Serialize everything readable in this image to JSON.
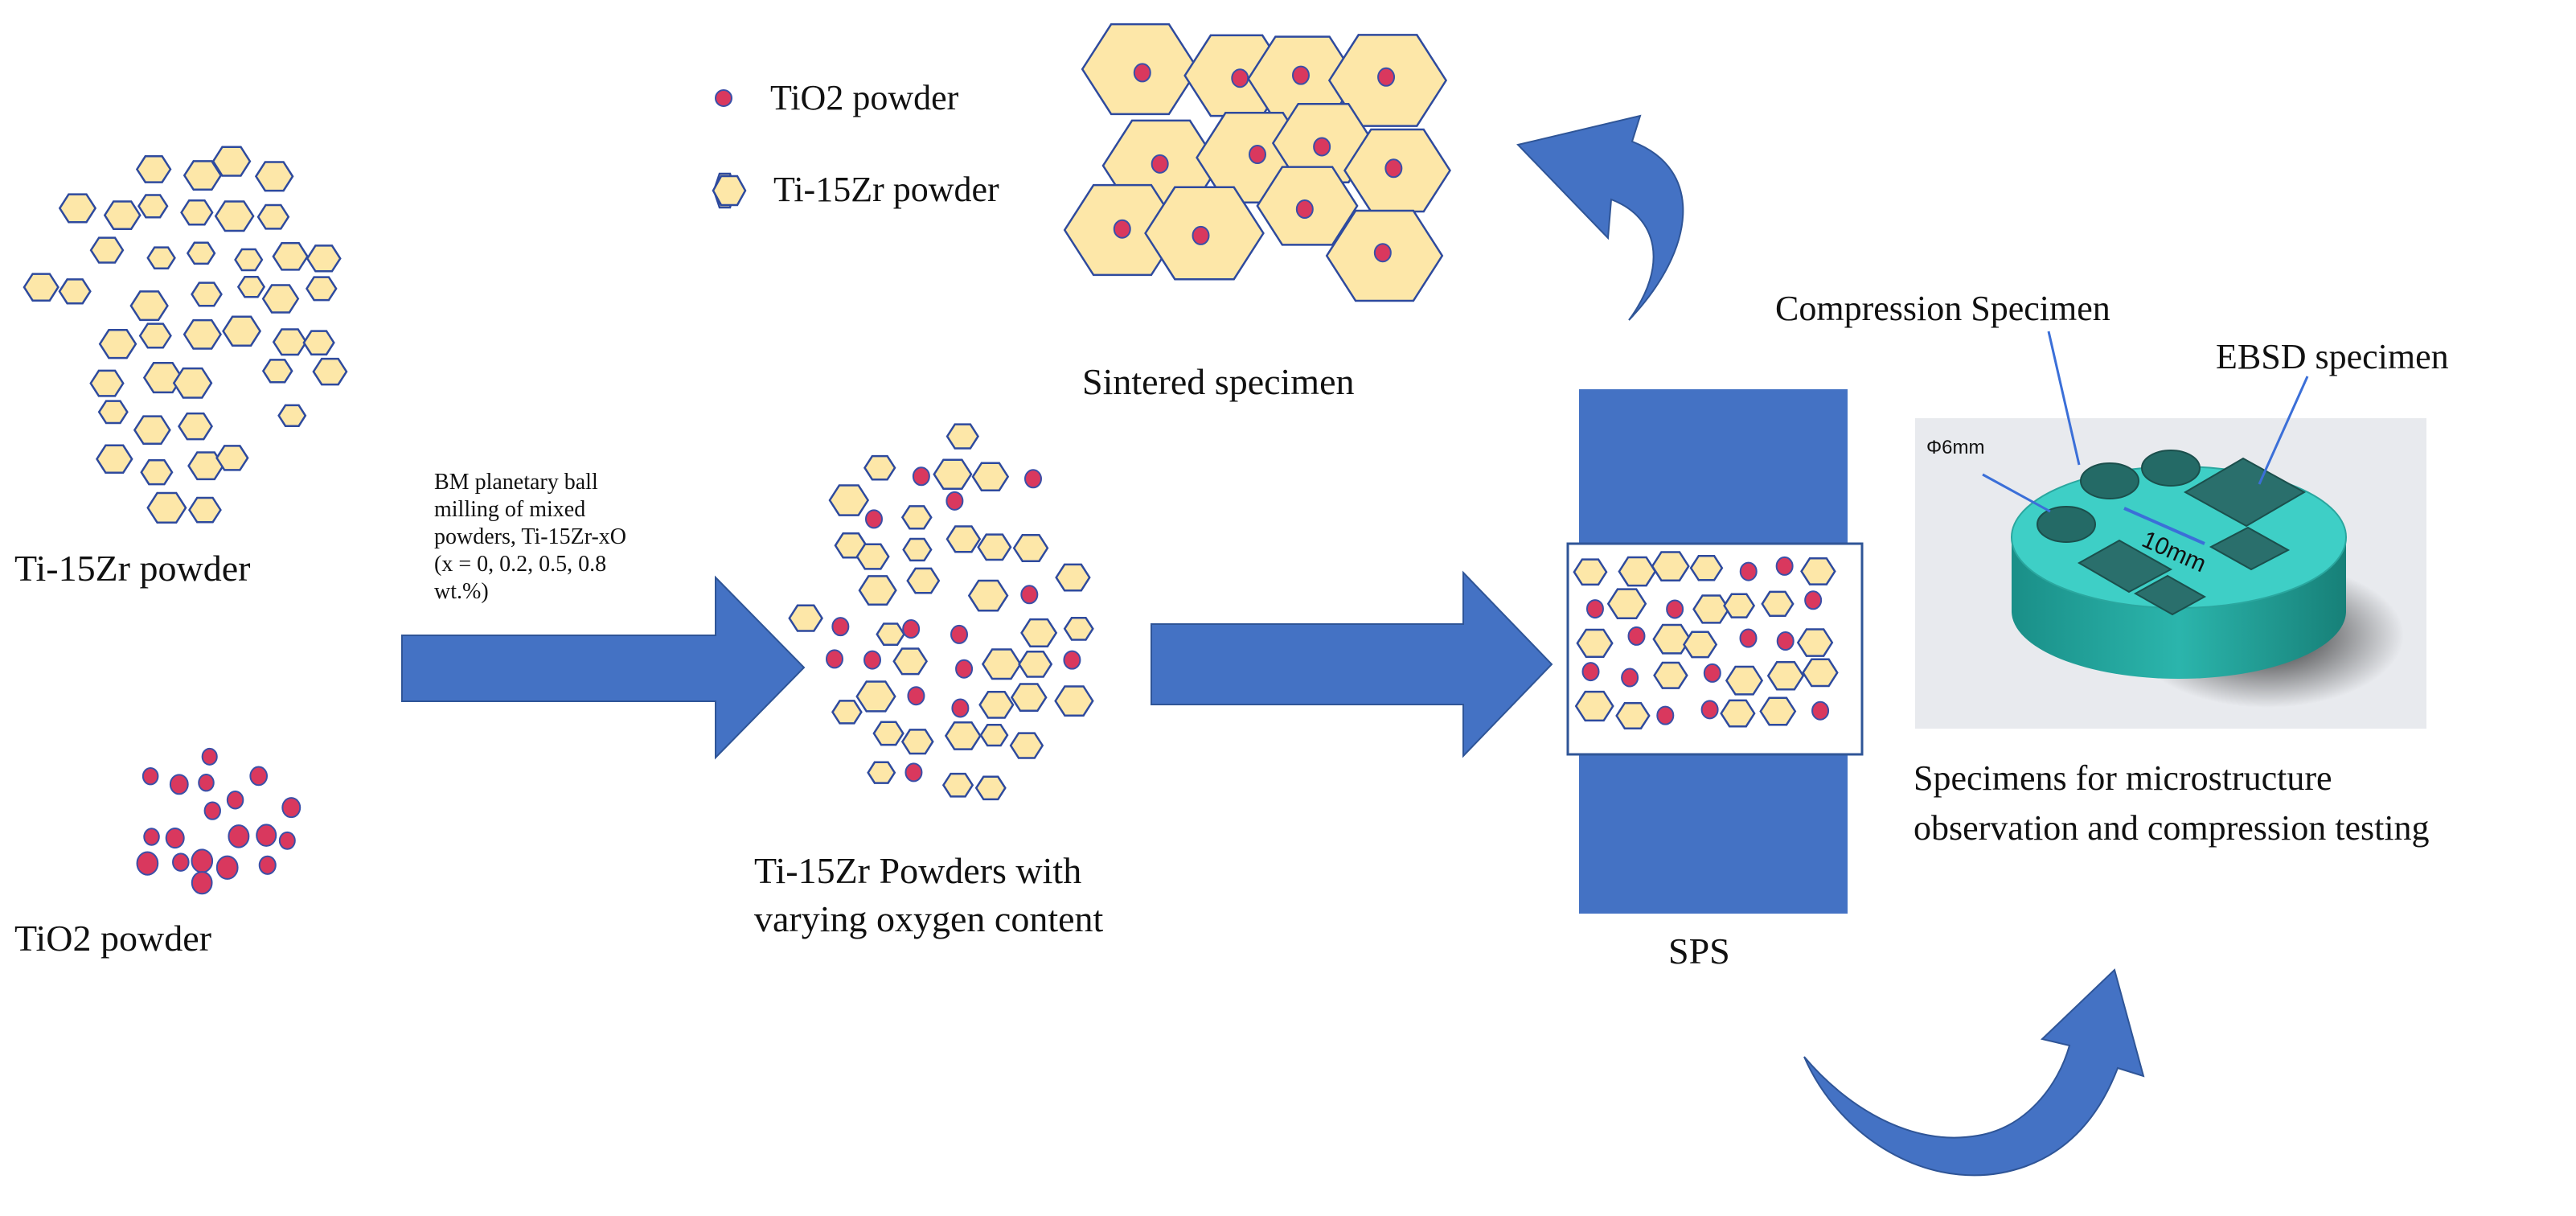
{
  "colors": {
    "arrow_fill": "#4472C4",
    "arrow_dark": "#2F5597",
    "hexagon_fill": "#FDE7A8",
    "hexagon_stroke": "#2E4A9E",
    "particle_fill": "#D9385E",
    "particle_stroke": "#3A4FA8",
    "sps_column": "#4472C4",
    "specimen_top": "#3ECFC6",
    "specimen_side": "#1E9E96",
    "specimen_pocket": "#2A6F6C",
    "specimen_bg": "#E8EAEE",
    "dimension_line": "#3B6FD8"
  },
  "legend": {
    "tio2": "TiO2 powder",
    "ti15zr": "Ti-15Zr powder"
  },
  "labels": {
    "ti15zr_powder": "Ti-15Zr powder",
    "tio2_powder": "TiO2 powder",
    "sintered_specimen": "Sintered specimen",
    "milled_line1": "Ti-15Zr Powders with",
    "milled_line2": "varying oxygen content",
    "sps": "SPS",
    "compression_specimen": "Compression Specimen",
    "ebsd_specimen": "EBSD specimen",
    "specimens_line1": "Specimens for microstructure",
    "specimens_line2": "observation and compression testing"
  },
  "ball_milling": {
    "line1": "BM planetary ball",
    "line2": "milling of mixed",
    "line3": "powders, Ti-15Zr-xO",
    "line4": "(x = 0, 0.2, 0.5, 0.8",
    "line5": "wt.%)"
  },
  "specimen_dims": {
    "diameter": "Φ6mm",
    "spacing": "10mm"
  },
  "icons": [
    "hexagon-particle",
    "round-particle",
    "block-arrow",
    "curved-arrow",
    "cylinder-specimen"
  ]
}
